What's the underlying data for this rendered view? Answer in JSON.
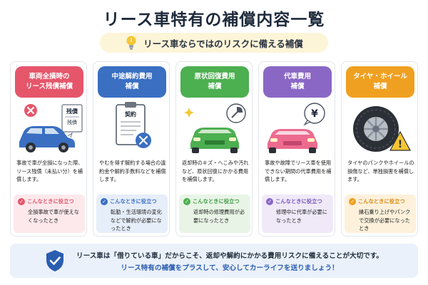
{
  "header": {
    "title": "リース車特有の補償内容一覧",
    "subtitle": "リース車ならではのリスクに備える補償"
  },
  "when_label": "こんなときに役立つ",
  "cards": [
    {
      "title": "車両全損時の\nリース残債補償",
      "color": "#e5566b",
      "tint": "#fde9ec",
      "description": "事故で車が全損になった際、リース残債（未払い分）を補償します。",
      "when": "全損事故で車が使えなくなったとき",
      "doc_title": "残債",
      "doc_sub": "残債"
    },
    {
      "title": "中途解約費用\n補償",
      "color": "#3a6fc2",
      "tint": "#e6eef9",
      "description": "やむを得ず解約する場合の違約金や解約手数料などを補償します。",
      "when": "転勤・生活環境の変化などで解約が必要になったとき",
      "doc_title": "契約"
    },
    {
      "title": "原状回復費用\n補償",
      "color": "#4caf50",
      "tint": "#e8f5e6",
      "description": "返却時のキズ・へこみや汚れなど、原状回復にかかる費用を補償します。",
      "when": "返却時の修理費用が必要になったとき"
    },
    {
      "title": "代車費用\n補償",
      "color": "#8a67c4",
      "tint": "#efe9f8",
      "description": "事故や故障でリース車を使用できない期間の代車費用を補償します。",
      "when": "修理中に代車が必要になったとき",
      "currency": "¥"
    },
    {
      "title": "タイヤ・ホイール\n補償",
      "color": "#f0a020",
      "tint": "#fdf1dc",
      "description": "タイヤのパンクやホイールの損傷など、単独損害を補償します。",
      "when": "縁石乗り上げやパンクで交換が必要になったとき",
      "warn": "!"
    }
  ],
  "footer": {
    "line1": "リース車は「借りている車」だからこそ、返却や解約にかかる費用リスクに備えることが大切です。",
    "line2": "リース特有の補償をプラスして、安心してカーライフを送りましょう！"
  }
}
